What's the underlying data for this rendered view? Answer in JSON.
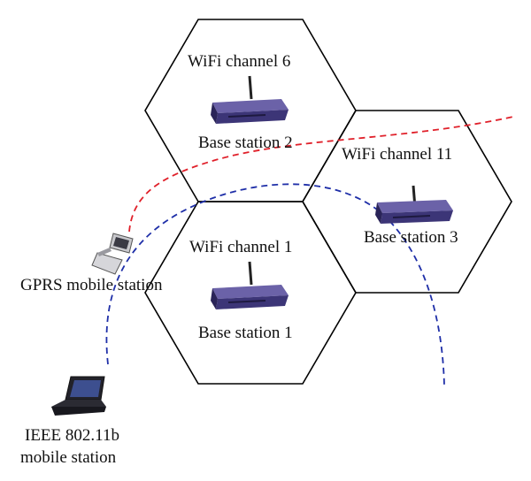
{
  "cells": [
    {
      "channel": "WiFi channel 6",
      "station": "Base station 2"
    },
    {
      "channel": "WiFi channel 11",
      "station": "Base station 3"
    },
    {
      "channel": "WiFi channel 1",
      "station": "Base station 1"
    }
  ],
  "mobiles": {
    "gprs": "GPRS mobile station",
    "ieee_line1": "IEEE 802.11b",
    "ieee_line2": "mobile station"
  },
  "colors": {
    "gprs_path": "#e0202a",
    "wifi_path": "#1f2fa8",
    "router_body": "#3c3577",
    "router_top": "#6b62a8"
  }
}
